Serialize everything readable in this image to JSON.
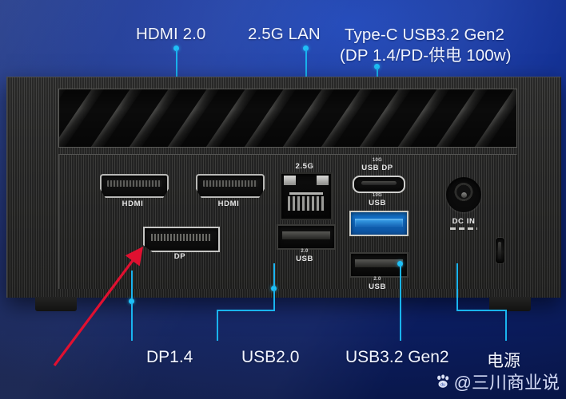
{
  "product": {
    "type": "mini-pc-rear-io-panel",
    "description": "Mini PC rear I/O panel annotated diagram"
  },
  "theme": {
    "background_top": "#1b44b8",
    "background_bottom": "#081545",
    "callout_color": "#19b4f0",
    "label_color": "#f2f5ff",
    "arrow_color": "#e01030",
    "usb3_blue": "#1479d6"
  },
  "top_callouts": [
    {
      "id": "hdmi",
      "label": "HDMI 2.0"
    },
    {
      "id": "lan",
      "label": "2.5G LAN"
    },
    {
      "id": "typec_line1",
      "label": "Type-C USB3.2 Gen2"
    },
    {
      "id": "typec_line2",
      "label": "(DP 1.4/PD-供电 100w)"
    }
  ],
  "bottom_callouts": [
    {
      "id": "dp",
      "label": "DP1.4"
    },
    {
      "id": "usb2",
      "label": "USB2.0"
    },
    {
      "id": "usb32",
      "label": "USB3.2 Gen2"
    },
    {
      "id": "power",
      "label": "电源"
    }
  ],
  "port_labels": {
    "hdmi_left": "HDMI",
    "hdmi_right": "HDMI",
    "dp": "DP",
    "lan": "2.5G",
    "usbc_speed": "10G",
    "usbc": "USB DP",
    "usb3_speed": "10G",
    "usb3": "USB",
    "usb2_left_speed": "2.0",
    "usb2_left": "USB",
    "usb2_right_speed": "2.0",
    "usb2_right": "USB",
    "dcin": "DC IN"
  },
  "watermark": {
    "icon": "baidu-paw-icon",
    "handle": "@三川商业说"
  }
}
